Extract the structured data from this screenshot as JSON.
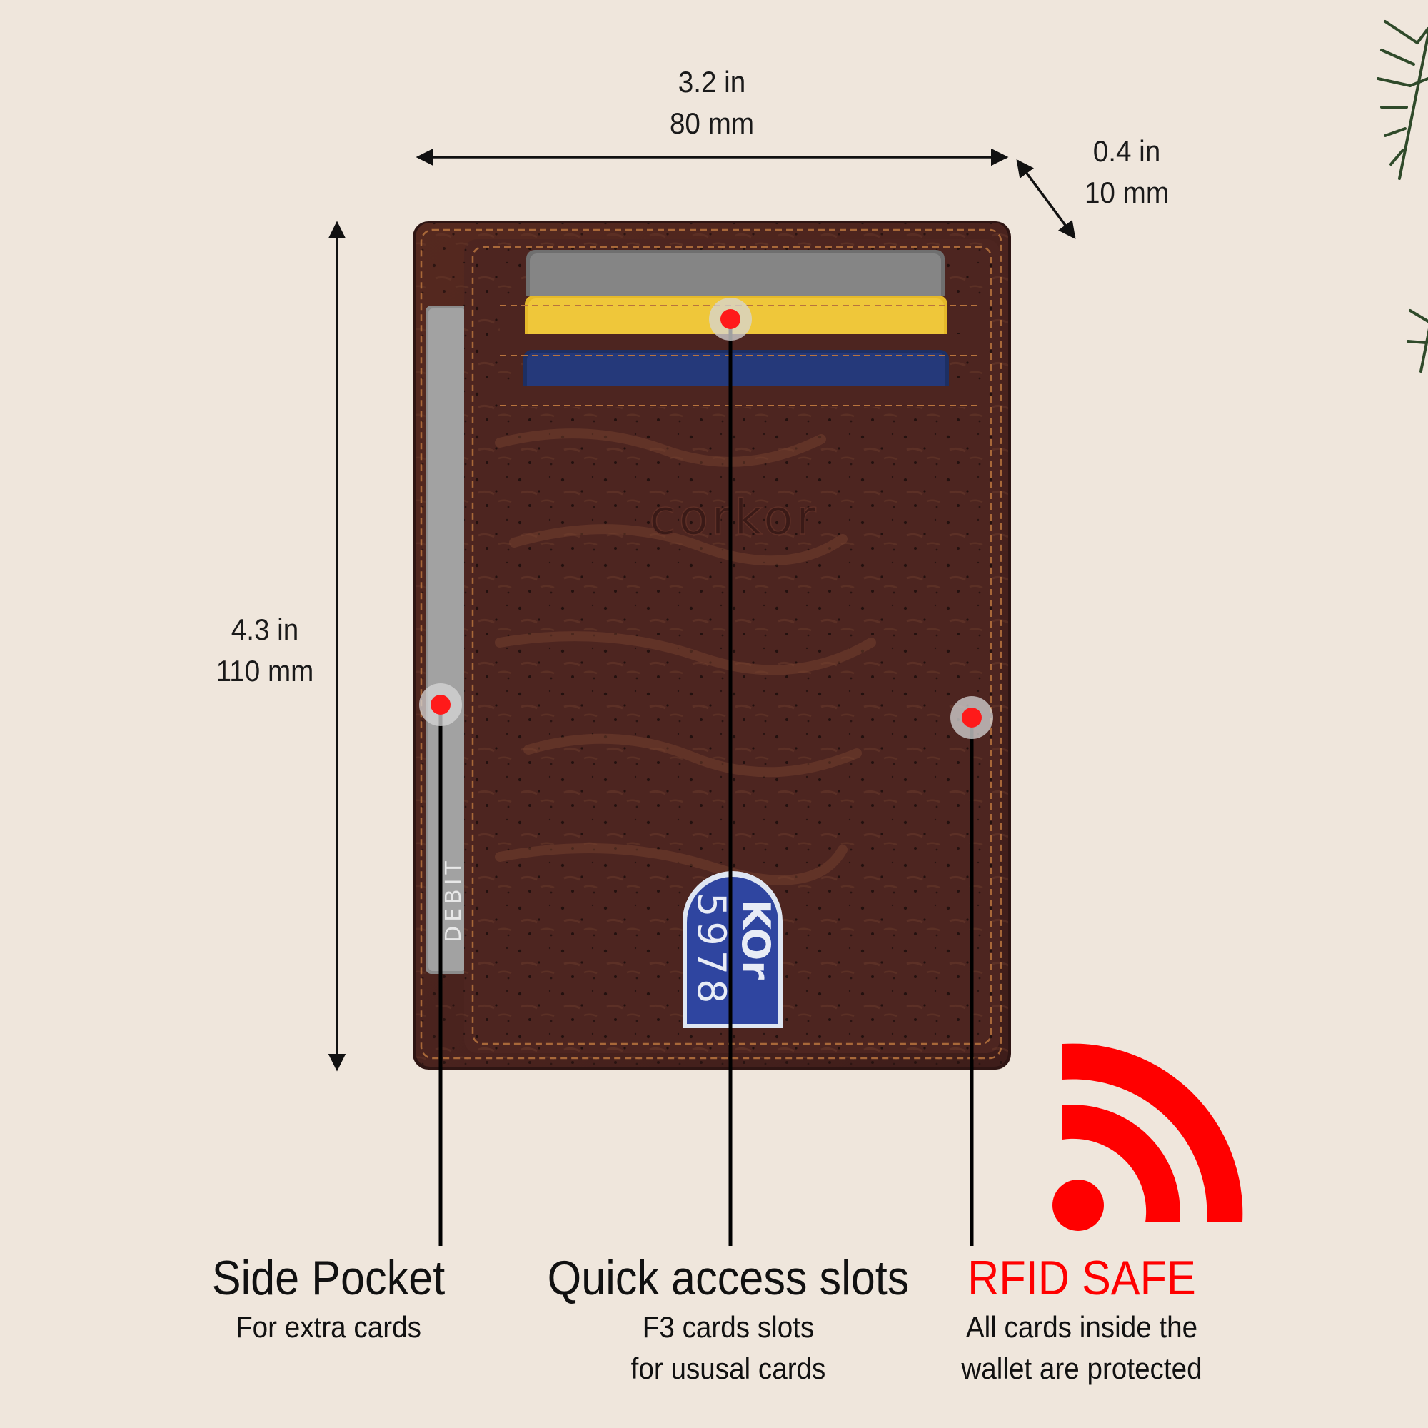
{
  "dimensions": {
    "width_in": "3.2 in",
    "width_mm": "80 mm",
    "depth_in": "0.4 in",
    "depth_mm": "10 mm",
    "height_in": "4.3 in",
    "height_mm": "110 mm"
  },
  "wallet": {
    "brand": "corkor",
    "window_card_number": "5978",
    "window_card_text": "KOr",
    "side_card_text": "DEBIT"
  },
  "features": [
    {
      "title": "Side Pocket",
      "line1": "For extra cards",
      "line2": ""
    },
    {
      "title": "Quick access slots",
      "line1": "F3 cards slots",
      "line2": "for ususal cards"
    },
    {
      "title": "RFID SAFE",
      "line1": "All cards inside the",
      "line2": "wallet are protected"
    }
  ],
  "colors": {
    "background": "#efe6dc",
    "cork": "#4a2320",
    "stitch": "#b8743e",
    "marker": "#ff1a1a",
    "rfid": "#ff0000"
  },
  "icons": [
    "rfid-wave-icon",
    "pine-branch-icon"
  ]
}
